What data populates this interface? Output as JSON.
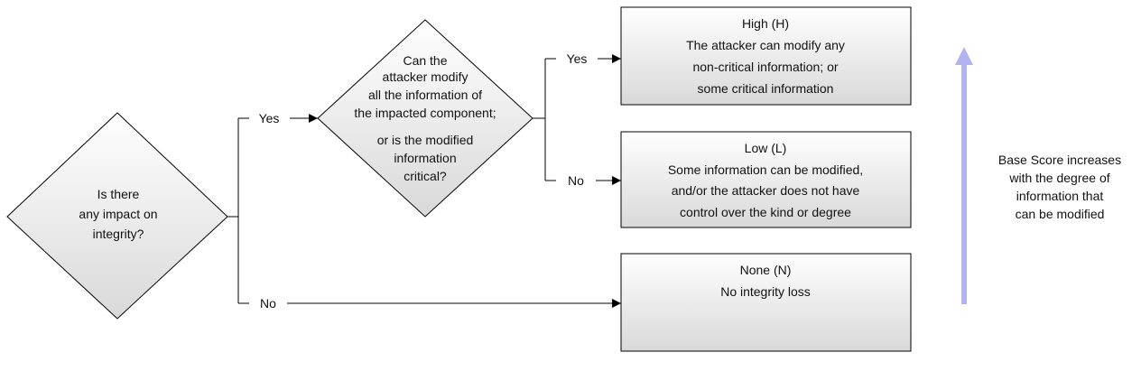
{
  "colors": {
    "line": "#000000",
    "node_fill_top": "#ffffff",
    "node_fill_bottom": "#d9d9d9",
    "arrow": "#b3b3f2",
    "text": "#111111"
  },
  "diagram": {
    "q1": {
      "lines": [
        "Is there",
        "any impact on",
        "integrity?"
      ]
    },
    "q2": {
      "lines": [
        "Can the",
        "attacker modify",
        "all the information of",
        "the impacted component;",
        "or is the modified",
        "information",
        "critical?"
      ]
    },
    "labels": {
      "q1_yes": "Yes",
      "q1_no": "No",
      "q2_yes": "Yes",
      "q2_no": "No"
    },
    "outcomes": {
      "high": {
        "title": "High (H)",
        "lines": [
          "The attacker can modify any",
          "non-critical information; or",
          "some critical information"
        ]
      },
      "low": {
        "title": "Low (L)",
        "lines": [
          "Some information can be modified,",
          "and/or the attacker does not have",
          "control over the kind or degree"
        ]
      },
      "none": {
        "title": "None (N)",
        "lines": [
          "No integrity loss"
        ]
      }
    },
    "side_note": {
      "lines": [
        "Base Score increases",
        "with the degree of",
        "information that",
        "can be modified"
      ]
    }
  }
}
